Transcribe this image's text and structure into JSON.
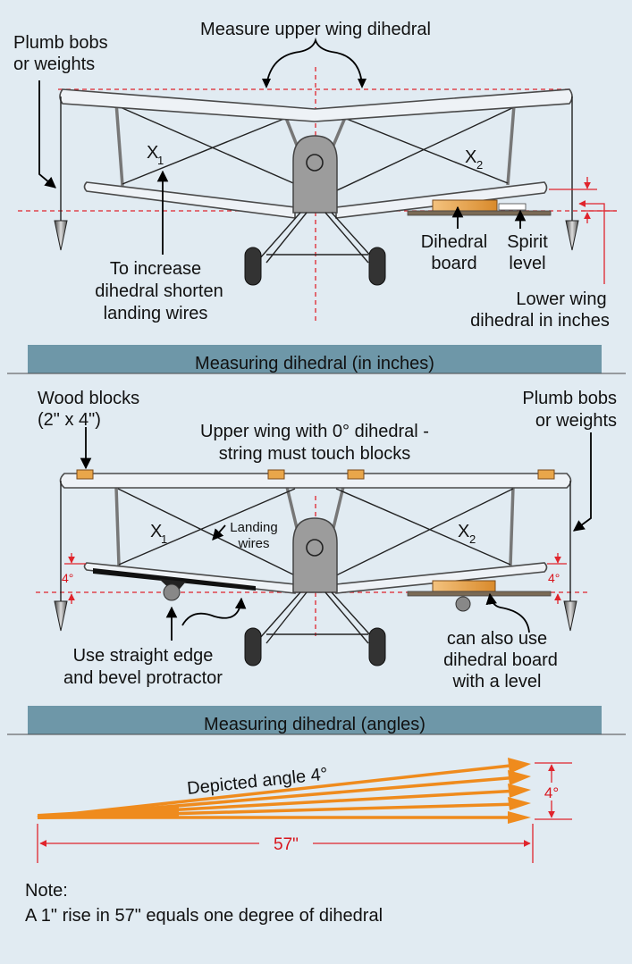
{
  "colors": {
    "background": "#e1ebf2",
    "banner": "#6e97a8",
    "measure_red": "#e0242c",
    "arrow_orange": "#ef8b1d",
    "wood": "#e9a64a"
  },
  "top": {
    "title": "Measure upper wing dihedral",
    "plumb_line1": "Plumb bobs",
    "plumb_line2": "or weights",
    "x1": "X",
    "x1_sub": "1",
    "x2": "X",
    "x2_sub": "2",
    "increase_line1": "To increase",
    "increase_line2": "dihedral shorten",
    "increase_line3": "landing wires",
    "dihedral_board_line1": "Dihedral",
    "dihedral_board_line2": "board",
    "spirit_line1": "Spirit",
    "spirit_line2": "level",
    "lower_wing_line1": "Lower wing",
    "lower_wing_line2": "dihedral in inches",
    "banner": "Measuring dihedral (in inches)"
  },
  "middle": {
    "wood_line1": "Wood blocks",
    "wood_line2": "(2\" x 4\")",
    "plumb_line1": "Plumb bobs",
    "plumb_line2": "or weights",
    "upper_line1": "Upper wing with 0° dihedral -",
    "upper_line2": "string must touch blocks",
    "x1": "X",
    "x1_sub": "1",
    "x2": "X",
    "x2_sub": "2",
    "landing_line1": "Landing",
    "landing_line2": "wires",
    "angle_left": "4°",
    "angle_right": "4°",
    "straight_line1": "Use straight edge",
    "straight_line2": "and bevel protractor",
    "canalso_line1": "can also use",
    "canalso_line2": "dihedral board",
    "canalso_line3": "with a level",
    "banner": "Measuring dihedral (angles)"
  },
  "bottom": {
    "depicted": "Depicted angle 4°",
    "angle": "4°",
    "length": "57\"",
    "note_title": "Note:",
    "note_text": "A 1\" rise in 57\" equals one degree of dihedral"
  }
}
